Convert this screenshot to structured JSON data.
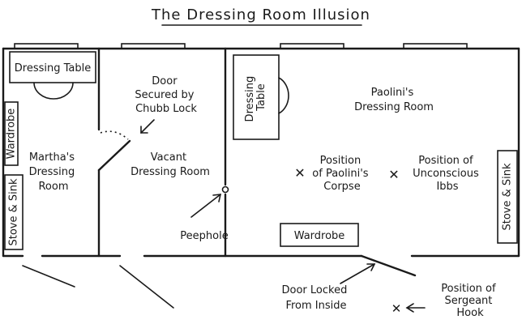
{
  "title": "The Dressing Room Illusion",
  "rooms": {
    "martha": [
      "Martha's",
      "Dressing",
      "Room"
    ],
    "vacant": [
      "Vacant",
      "Dressing Room"
    ],
    "paolini": [
      "Paolini's",
      "Dressing Room"
    ]
  },
  "furniture": {
    "martha_dressing_table": "Dressing Table",
    "martha_wardrobe": "Wardrobe",
    "martha_stove": "Stove & Sink",
    "paolini_dressing_table": [
      "Dressing",
      "Table"
    ],
    "paolini_wardrobe": "Wardrobe",
    "paolini_stove": "Stove & Sink"
  },
  "annotations": {
    "chubb_door": [
      "Door",
      "Secured by",
      "Chubb Lock"
    ],
    "peephole": "Peephole",
    "paolini_corpse": [
      "Position",
      "of Paolini's",
      "Corpse"
    ],
    "ibbs": [
      "Position of",
      "Unconscious",
      "Ibbs"
    ],
    "door_locked": [
      "Door Locked",
      "From Inside"
    ],
    "sergeant_hook": [
      "Position of",
      "Sergeant",
      "Hook"
    ]
  }
}
